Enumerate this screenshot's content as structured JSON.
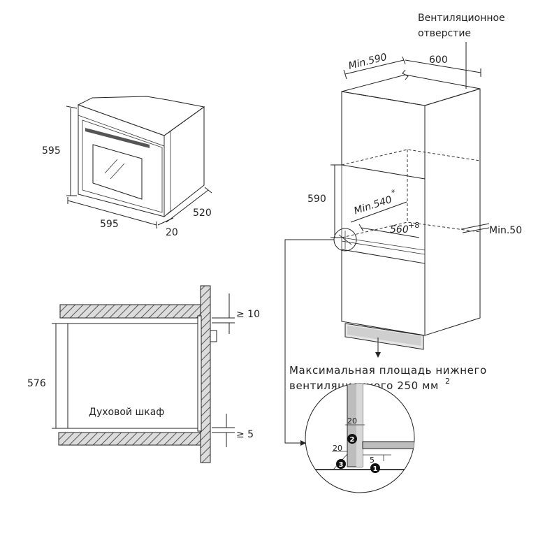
{
  "oven_iso": {
    "height": "595",
    "width": "595",
    "depth": "520",
    "front": "20"
  },
  "side_view": {
    "label": "Духовой шкаф",
    "height": "576",
    "top_gap": "≥ 10",
    "bottom_gap": "≥ 5"
  },
  "cabinet": {
    "vent_label_line1": "Вентиляционное",
    "vent_label_line2": "отверстие",
    "min_depth": "Min.590",
    "width": "600",
    "niche_height": "590",
    "niche_depth": "Min.540",
    "niche_depth_sup": "*",
    "niche_width": "560",
    "niche_width_sup": "+8",
    "min_gap": "Min.50",
    "bottom_vent_line1": "Максимальная  площадь  нижнего",
    "bottom_vent_line2": "вентиляционного 250 мм",
    "bottom_vent_sup": "2"
  },
  "detail": {
    "dim_top": "20",
    "dim_left": "20",
    "dim_bottom": "5",
    "marker_1": "1",
    "marker_2": "2",
    "marker_3": "3"
  }
}
